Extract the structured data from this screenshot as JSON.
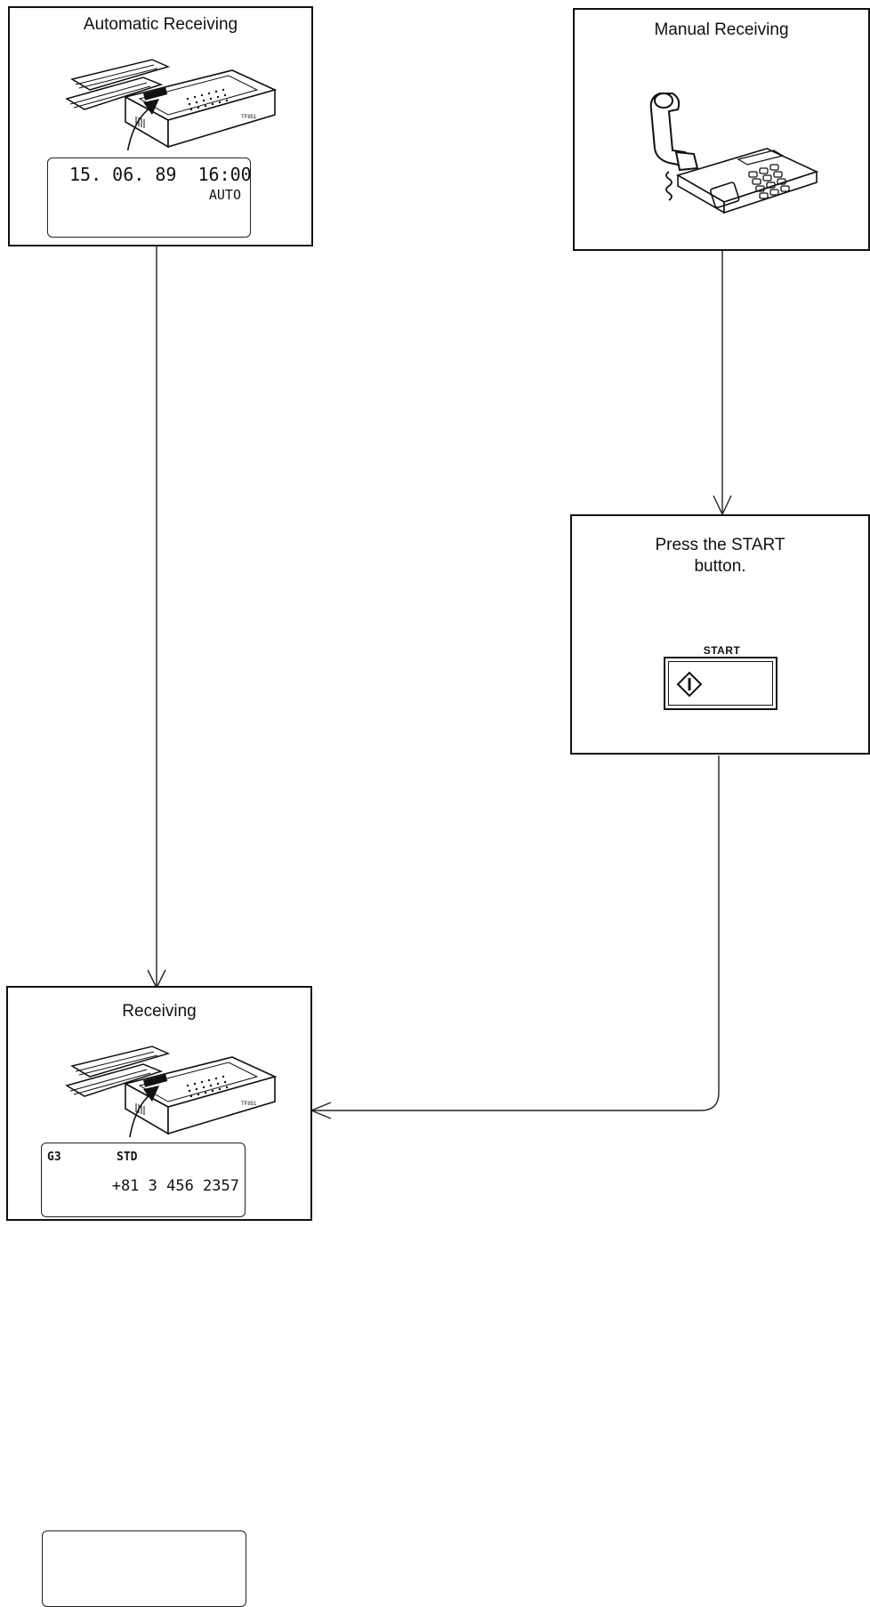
{
  "boxes": {
    "auto": {
      "title": "Automatic Receiving",
      "display": {
        "datetime": "15. 06. 89  16:00",
        "mode": "AUTO"
      }
    },
    "manual": {
      "title": "Manual Receiving"
    },
    "start": {
      "title_line1": "Press the START",
      "title_line2": "button.",
      "button_label": "START"
    },
    "receiving": {
      "title": "Receiving",
      "display": {
        "line1_left": "G3",
        "line1_right": "STD",
        "line2": "+81 3 456 2357"
      }
    }
  },
  "icons": {
    "fax": "fax-machine-icon",
    "phone": "telephone-icon",
    "start": "start-diamond-icon"
  },
  "fax_model_label": "TF851"
}
